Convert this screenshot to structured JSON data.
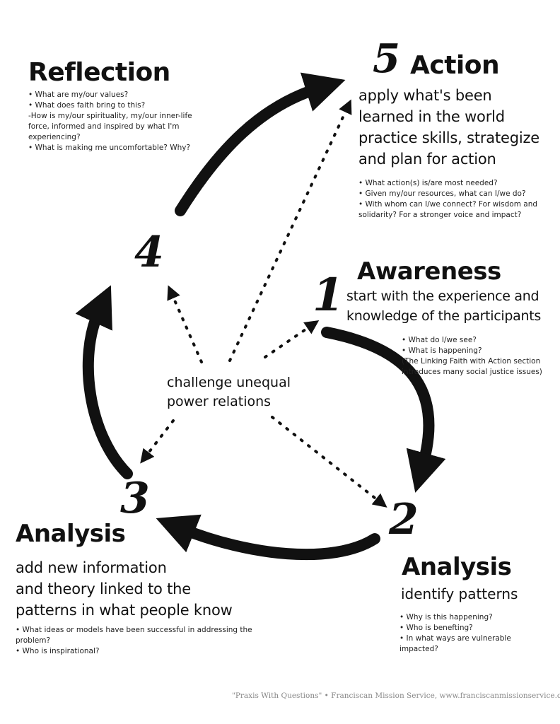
{
  "steps": {
    "reflection": {
      "title": "Reflection",
      "bullets": [
        "• What are my/our values?",
        "• What does faith bring to this?",
        "-How is my/our spirituality, my/our inner-life force, informed and inspired by what I'm experiencing?",
        "• What is making me uncomfortable? Why?"
      ]
    },
    "action": {
      "number": "5",
      "title": "Action",
      "summary_lines": [
        "apply what's been",
        "learned in the world",
        "practice skills, strategize",
        "and plan for action"
      ],
      "bullets": [
        "• What action(s) is/are most needed?",
        "• Given my/our resources, what can I/we do?",
        "• With whom can I/we connect? For wisdom and solidarity? For a stronger voice and impact?"
      ]
    },
    "awareness": {
      "number": "1",
      "title": "Awareness",
      "summary_lines": [
        "start with the experience and",
        "knowledge of the participants"
      ],
      "bullets": [
        "• What do I/we see?",
        "• What is happening?",
        "(The Linking Faith with Action section introduces many social justice issues)"
      ]
    },
    "analysis2": {
      "number": "2",
      "title": "Analysis",
      "summary_lines": [
        "identify patterns"
      ],
      "bullets": [
        "• Why is this happening?",
        "• Who is benefting?",
        "• In what ways are vulnerable impacted?"
      ]
    },
    "analysis3": {
      "number": "3",
      "title": "Analysis",
      "summary_lines": [
        "add new information",
        "and theory linked to the",
        "patterns in what people know"
      ],
      "bullets": [
        "• What ideas or models have been successful in addressing the problem?",
        "• Who is inspirational?"
      ]
    },
    "four": {
      "number": "4"
    }
  },
  "center": {
    "lines": [
      "challenge unequal",
      "power relations"
    ]
  },
  "footer": "\"Praxis With Questions\"  •  Franciscan Mission Service, www.franciscanmissionservice.org",
  "colors": {
    "ink": "#111111",
    "footer": "#888888",
    "background": "#ffffff"
  }
}
